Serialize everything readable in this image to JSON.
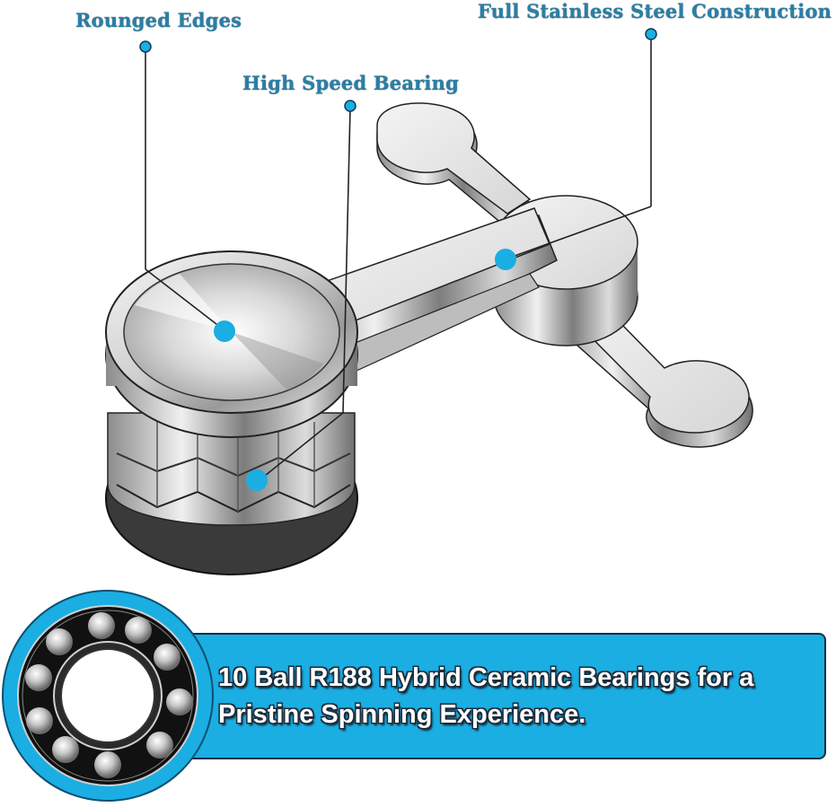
{
  "callouts": [
    {
      "id": "rounded-edges",
      "label": "Rounged Edges"
    },
    {
      "id": "high-speed-bearing",
      "label": "High Speed Bearing"
    },
    {
      "id": "stainless-steel",
      "label": "Full Stainless Steel Construction"
    },
    {
      "id": "knurled-grip",
      "label": ""
    }
  ],
  "banner": {
    "line1": "10 Ball R188 Hybrid Ceramic Bearings for a",
    "line2": "Pristine Spinning Experience.",
    "bearing_ball_count": 10
  },
  "colors": {
    "accent_blue": "#1aaee3",
    "callout_text": "#2a7fa6",
    "callout_dot": "#1aaee3",
    "banner_border": "#12304a"
  }
}
